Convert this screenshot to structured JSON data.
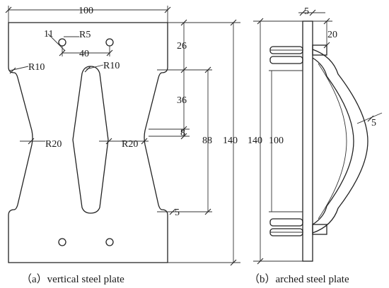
{
  "figure_a": {
    "caption": "（a）vertical steel plate",
    "dims": {
      "width": "100",
      "hole_dia": "11",
      "hole_radius": "R5",
      "hole_spacing": "40",
      "slot_top_radius": "R10",
      "notch_top_radius": "R10",
      "notch_mid_radius_left": "R20",
      "notch_mid_radius_right": "R20",
      "top_offset": "26",
      "slot_half_taper": "36",
      "slot_waist": "8",
      "slot_length": "88",
      "plate_height": "140",
      "slot_bottom_gap": "5"
    }
  },
  "figure_b": {
    "caption": "（b）arched steel plate",
    "dims": {
      "thickness": "5",
      "flange_width": "20",
      "overall_height": "140",
      "arch_height": "100",
      "arch_thickness": "5"
    }
  }
}
